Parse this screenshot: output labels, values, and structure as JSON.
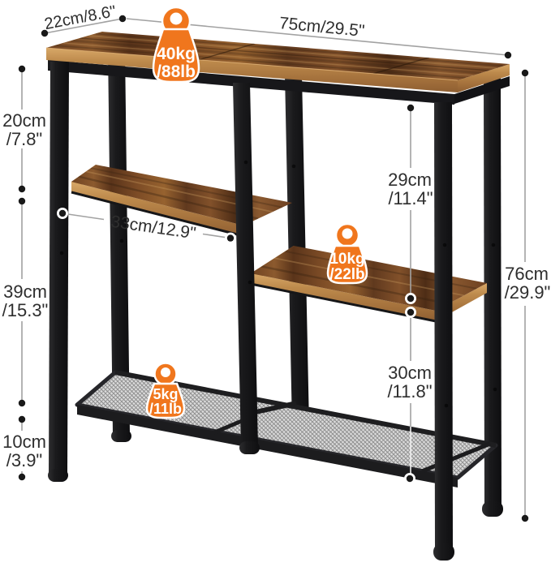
{
  "colors": {
    "badge_orange": "#F0761D",
    "wood_brown": "#7c4a26",
    "frame_black": "#1b1b1d",
    "mesh_gray": "#d9d9d9",
    "dimension_line": "#a2a2a2",
    "label_text": "#2e2e2e",
    "background": "#ffffff"
  },
  "dimensions": {
    "depth": {
      "label": "22cm/8.6\""
    },
    "width": {
      "label": "75cm/29.5\""
    },
    "left_shelf_span": {
      "label": "33cm/12.9\""
    },
    "top_to_left_shelf": {
      "value": "20cm",
      "inches": "/7.8\""
    },
    "left_shelf_to_bottom_shelf": {
      "value": "39cm",
      "inches": "/15.3\""
    },
    "bottom_shelf_to_floor": {
      "value": "10cm",
      "inches": "/3.9\""
    },
    "top_to_right_shelf": {
      "value": "29cm",
      "inches": "/11.4\""
    },
    "right_shelf_to_bottom_shelf": {
      "value": "30cm",
      "inches": "/11.8\""
    },
    "total_height": {
      "value": "76cm",
      "inches": "/29.9\""
    }
  },
  "capacities": {
    "tabletop": {
      "weight": "40kg",
      "alt": "/88lb"
    },
    "right_shelf": {
      "weight": "10kg",
      "alt": "/22lb"
    },
    "bottom_shelf": {
      "weight": "5kg",
      "alt": "/11lb"
    }
  }
}
